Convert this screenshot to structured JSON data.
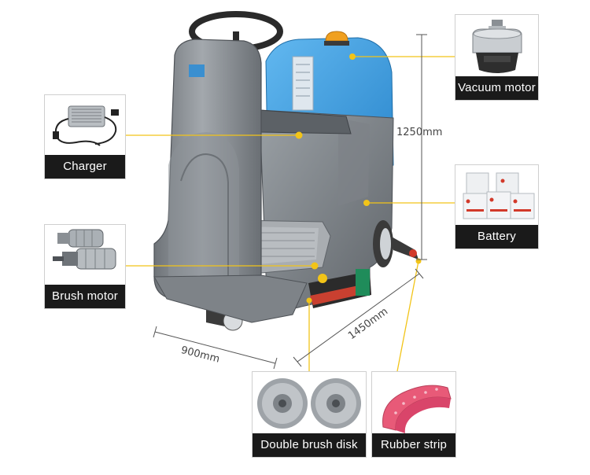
{
  "components": {
    "vacuum_motor": "Vacuum motor",
    "charger": "Charger",
    "battery": "Battery",
    "brush_motor": "Brush motor",
    "double_brush_disk": "Double brush disk",
    "rubber_strip": "Rubber strip"
  },
  "dimensions": {
    "height": "1250mm",
    "width": "900mm",
    "length": "1450mm"
  },
  "colors": {
    "accent_line": "#f2c418",
    "caption_bg": "#1a1a1a",
    "body_gray": "#8e9398",
    "tank_blue": "#3d9fe0"
  }
}
